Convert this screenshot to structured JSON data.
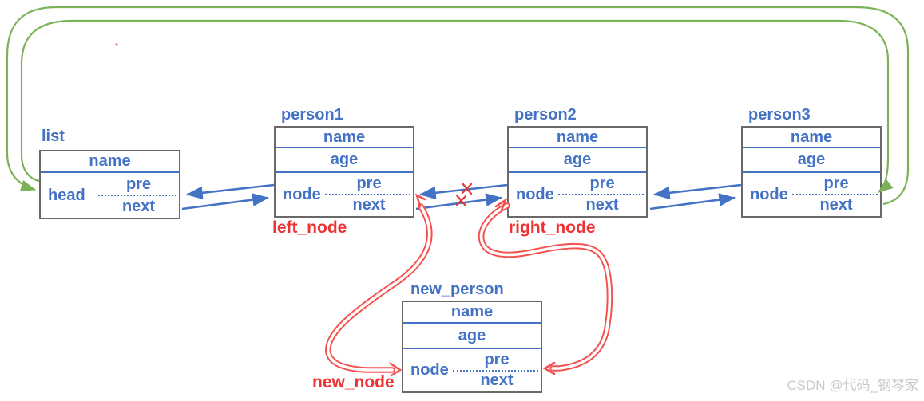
{
  "boxes": [
    {
      "id": "list",
      "title": "list",
      "name_label": "name",
      "pointer_label": "head",
      "pre_label": "pre",
      "next_label": "next"
    },
    {
      "id": "person1",
      "title": "person1",
      "name_label": "name",
      "age_label": "age",
      "pointer_label": "node",
      "pre_label": "pre",
      "next_label": "next"
    },
    {
      "id": "person2",
      "title": "person2",
      "name_label": "name",
      "age_label": "age",
      "pointer_label": "node",
      "pre_label": "pre",
      "next_label": "next"
    },
    {
      "id": "person3",
      "title": "person3",
      "name_label": "name",
      "age_label": "age",
      "pointer_label": "node",
      "pre_label": "pre",
      "next_label": "next"
    },
    {
      "id": "new_person",
      "title": "new_person",
      "name_label": "name",
      "age_label": "age",
      "pointer_label": "node",
      "pre_label": "pre",
      "next_label": "next"
    }
  ],
  "annotations": {
    "left_node": "left_node",
    "right_node": "right_node",
    "new_node": "new_node"
  },
  "watermark": "CSDN @代码_钢琴家",
  "links": {
    "blue": [
      "person1.node.pre -> list.head",
      "list.head.next -> person1.node",
      "person2.node.pre -> person1.node (crossed out)",
      "person1.node.next -> person2.node (crossed out)",
      "person3.node.pre -> person2.node",
      "person2.node.next -> person3.node"
    ],
    "green": [
      "person3.node.next -> list.head",
      "list.head.pre -> person3.node"
    ],
    "red": [
      "left_node.next -> new_node",
      "new_node.pre -> left_node",
      "new_node.next -> right_node",
      "right_node.pre -> new_node"
    ]
  },
  "colors": {
    "blue": "#4472c4",
    "green": "#79b356",
    "red": "#f4504e",
    "red_label": "#ee3233",
    "box_border": "#696969",
    "watermark": "#c9c9c9"
  }
}
